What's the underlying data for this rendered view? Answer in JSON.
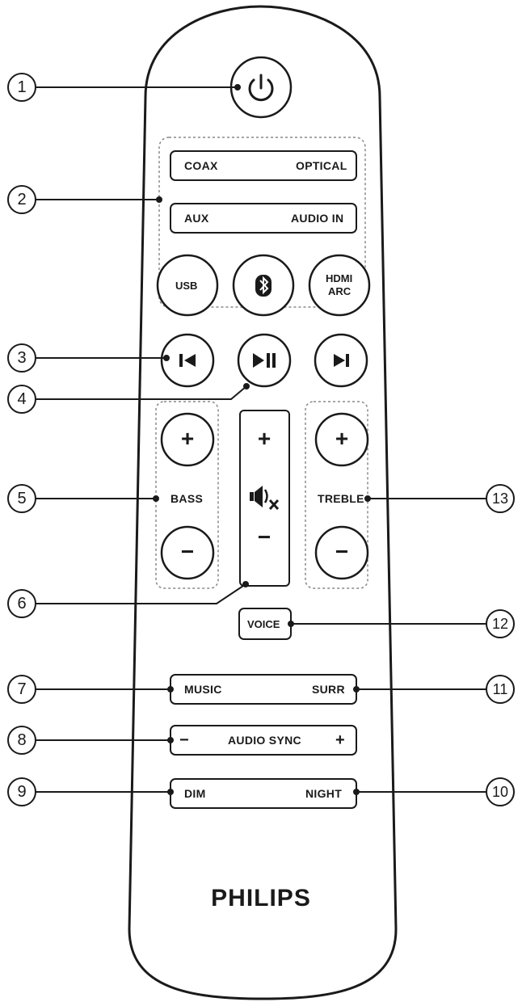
{
  "brand": "PHILIPS",
  "buttons": {
    "coax": "COAX",
    "optical": "OPTICAL",
    "aux": "AUX",
    "audio_in": "AUDIO IN",
    "usb": "USB",
    "hdmi_line1": "HDMI",
    "hdmi_line2": "ARC",
    "bass": "BASS",
    "treble": "TREBLE",
    "voice": "VOICE",
    "music": "MUSIC",
    "surr": "SURR",
    "audio_sync": "AUDIO SYNC",
    "dim": "DIM",
    "night": "NIGHT",
    "plus": "+",
    "minus": "−"
  },
  "callouts": [
    "1",
    "2",
    "3",
    "4",
    "5",
    "6",
    "7",
    "8",
    "9",
    "10",
    "11",
    "12",
    "13"
  ],
  "icons": {
    "power": "power-icon",
    "bluetooth": "bluetooth-icon",
    "previous": "skip-previous-icon",
    "play_pause": "play-pause-icon",
    "next": "skip-next-icon",
    "mute": "mute-icon"
  }
}
